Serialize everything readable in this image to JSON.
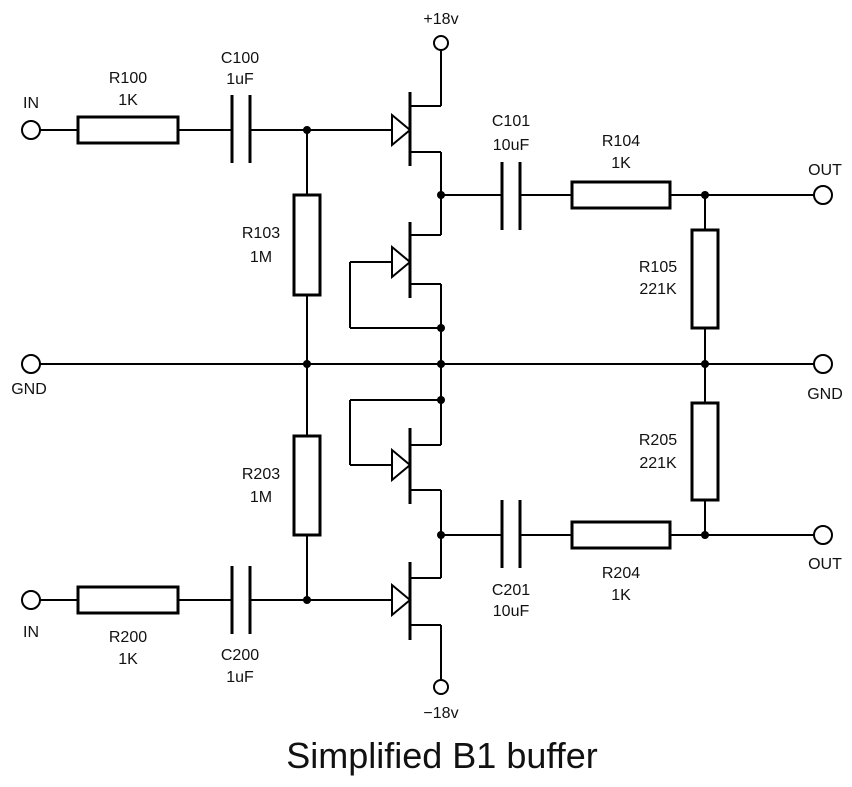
{
  "title": "Simplified B1 buffer",
  "rails": {
    "positive": "+18v",
    "negative": "−18v"
  },
  "ports": {
    "in_top": "IN",
    "in_bottom": "IN",
    "gnd_left": "GND",
    "gnd_right": "GND",
    "out_top": "OUT",
    "out_bottom": "OUT"
  },
  "components": {
    "R100": {
      "ref": "R100",
      "value": "1K"
    },
    "C100": {
      "ref": "C100",
      "value": "1uF"
    },
    "R103": {
      "ref": "R103",
      "value": "1M"
    },
    "C101": {
      "ref": "C101",
      "value": "10uF"
    },
    "R104": {
      "ref": "R104",
      "value": "1K"
    },
    "R105": {
      "ref": "R105",
      "value": "221K"
    },
    "R200": {
      "ref": "R200",
      "value": "1K"
    },
    "C200": {
      "ref": "C200",
      "value": "1uF"
    },
    "R203": {
      "ref": "R203",
      "value": "1M"
    },
    "C201": {
      "ref": "C201",
      "value": "10uF"
    },
    "R204": {
      "ref": "R204",
      "value": "1K"
    },
    "R205": {
      "ref": "R205",
      "value": "221K"
    }
  }
}
